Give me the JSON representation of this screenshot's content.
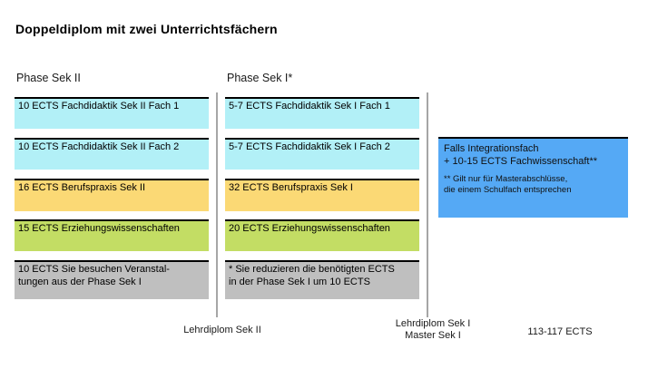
{
  "title": "Doppeldiplom mit zwei Unterrichtsfächern",
  "columns": [
    {
      "header": "Phase Sek II",
      "boxes": [
        {
          "label": "10 ECTS Fachdidaktik Sek II Fach 1"
        },
        {
          "label": "10 ECTS Fachdidaktik Sek II Fach 2"
        },
        {
          "label": "16 ECTS Berufspraxis Sek II"
        },
        {
          "label": "15 ECTS Erziehungswissenschaften"
        },
        {
          "label": "10 ECTS Sie besuchen Veranstal-\ntungen aus der Phase Sek I"
        }
      ],
      "footer": "Lehrdiplom Sek II"
    },
    {
      "header": "Phase Sek I*",
      "boxes": [
        {
          "label": "5-7 ECTS Fachdidaktik Sek I Fach 1"
        },
        {
          "label": "5-7 ECTS Fachdidaktik Sek I Fach 2"
        },
        {
          "label": "32 ECTS Berufspraxis Sek I"
        },
        {
          "label": "20 ECTS Erziehungswissenschaften"
        },
        {
          "label": "* Sie reduzieren die benötigten ECTS\nin der Phase Sek I um 10 ECTS"
        }
      ],
      "footer": "Lehrdiplom Sek I\nMaster Sek I"
    }
  ],
  "integration_note": {
    "main": "Falls Integrationsfach\n+ 10-15 ECTS Fachwissenschaft**",
    "footnote": "** Gilt nur für Masterabschlüsse,\ndie einem Schulfach entsprechen"
  },
  "total_ects": "113-117 ECTS",
  "colors": {
    "cyan": "#B2F0F7",
    "yellow": "#FBD975",
    "green": "#C3DD64",
    "gray": "#BFBFBF",
    "blue": "#55A9F5",
    "divider": "#A6A6A6"
  }
}
